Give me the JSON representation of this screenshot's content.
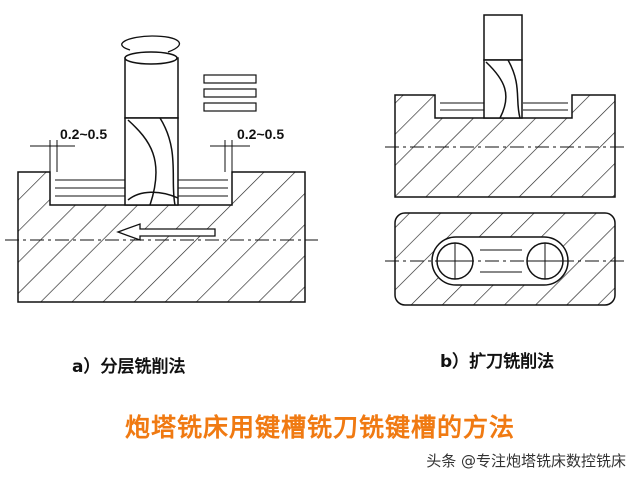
{
  "figure_a": {
    "dim_left": "0.2~0.5",
    "dim_right": "0.2~0.5",
    "caption": "a）分层铣削法"
  },
  "figure_b": {
    "caption": "b）扩刀铣削法"
  },
  "title": "炮塔铣床用键槽铣刀铣键槽的方法",
  "watermark": "头条 @专注炮塔铣床数控铣床",
  "colors": {
    "title": "#f07a12",
    "lines": "#111111"
  }
}
